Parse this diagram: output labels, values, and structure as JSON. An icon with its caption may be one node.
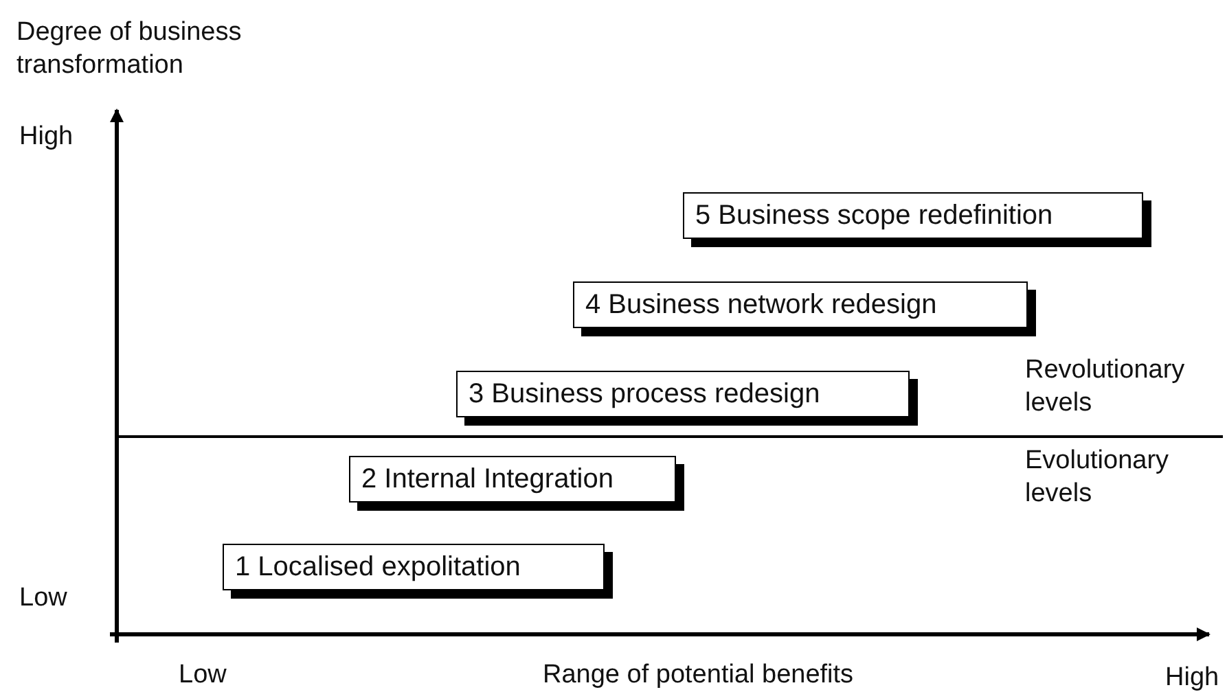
{
  "diagram": {
    "nodes": [
      {
        "text": [
          "5 Business scope redefinition"
        ]
      },
      {
        "text": [
          "4 Business network redesign"
        ]
      },
      {
        "text": [
          "3 Business process redesign"
        ]
      },
      {
        "text": [
          "2 Internal Integration"
        ]
      },
      {
        "text": [
          "1 Localised expolitation"
        ]
      }
    ],
    "labels": [
      "Degree of business transformation",
      "High",
      "Revolutionary levels",
      "Evolutionary levels",
      "Low",
      "Low",
      "Range of potential benefits",
      "High"
    ]
  }
}
